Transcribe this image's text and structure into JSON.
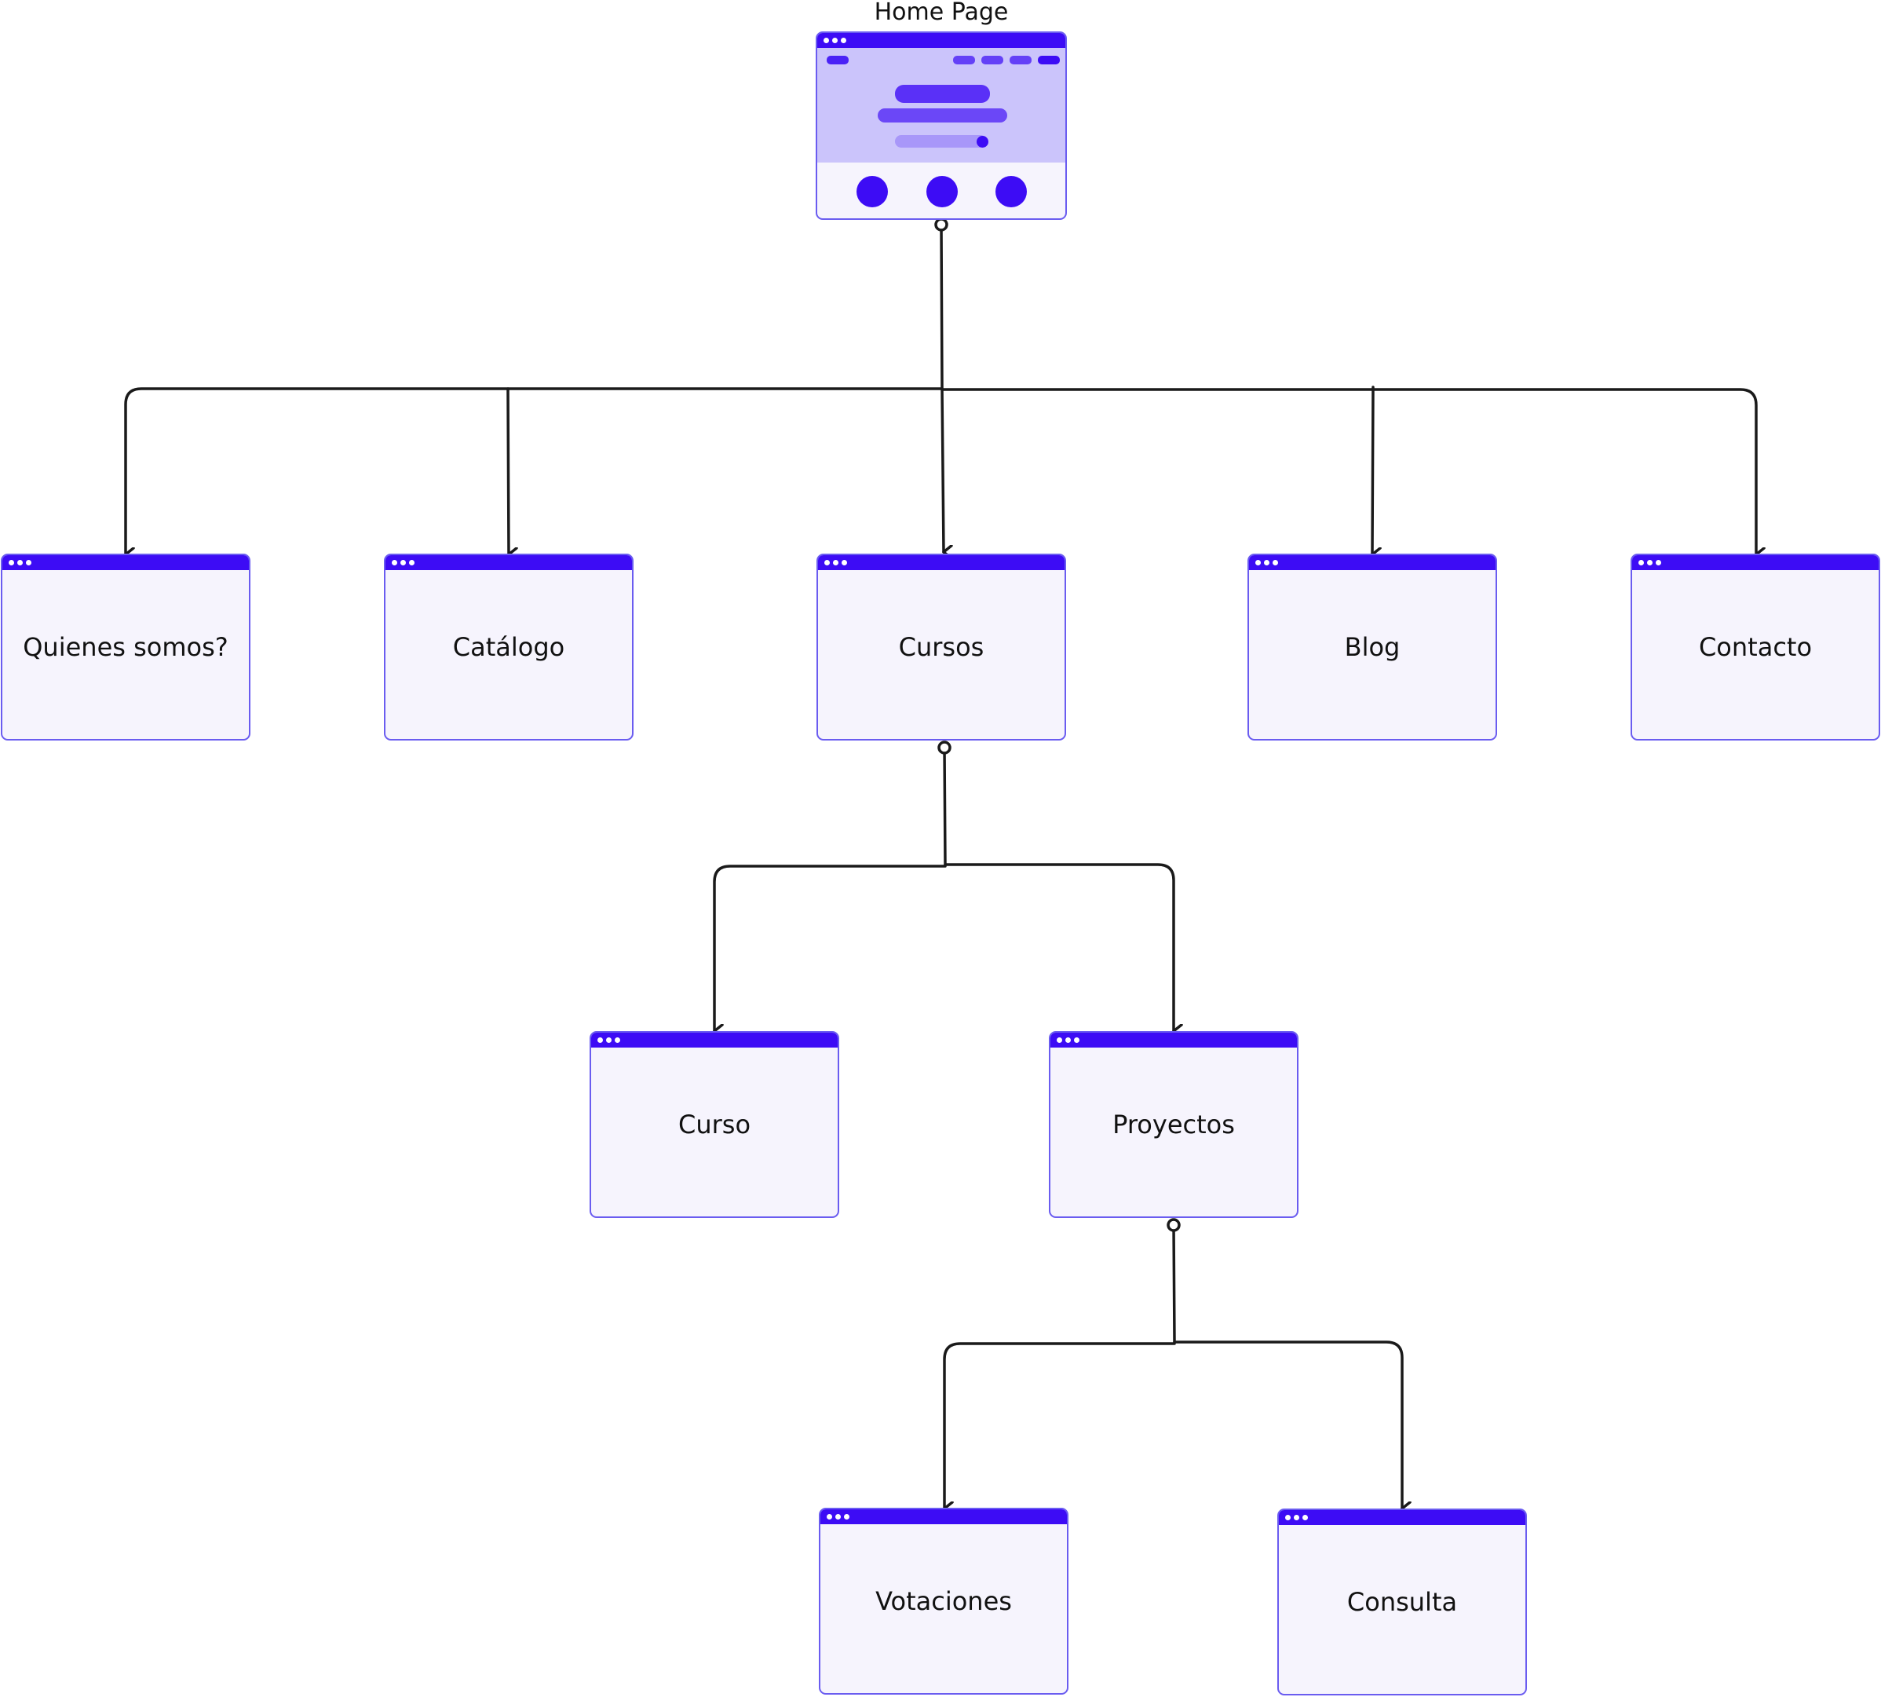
{
  "colors": {
    "accent": "#3d0cf5",
    "hero": "#cbc4fb",
    "page_bg": "#f6f4fd",
    "border": "#6a5cf0",
    "line": "#1a1a1a"
  },
  "home": {
    "title": "Home Page"
  },
  "pages": {
    "quienes": "Quienes somos?",
    "catalogo": "Catálogo",
    "cursos": "Cursos",
    "blog": "Blog",
    "contacto": "Contacto",
    "curso": "Curso",
    "proyectos": "Proyectos",
    "votaciones": "Votaciones",
    "consulta": "Consulta"
  }
}
